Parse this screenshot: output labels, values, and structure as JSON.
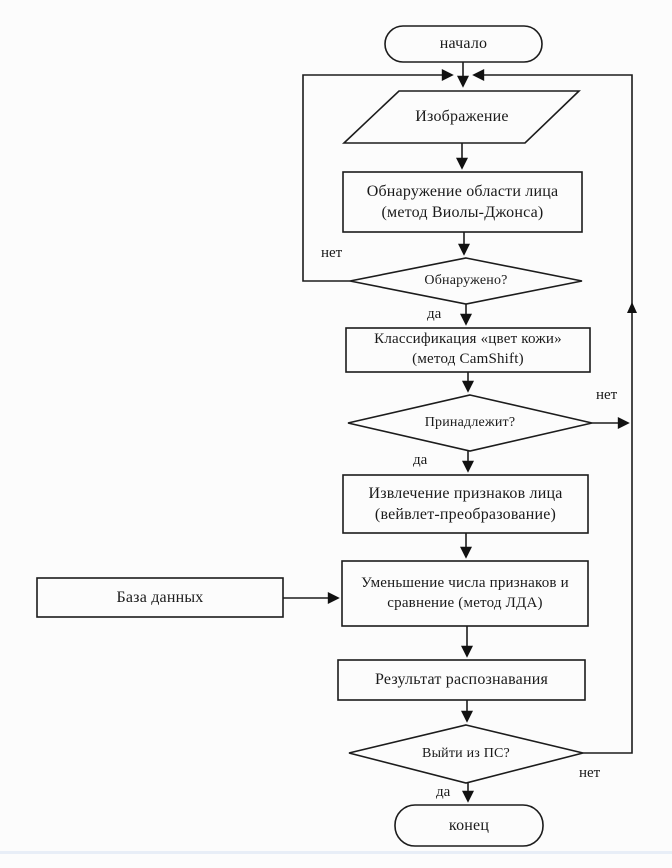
{
  "flowchart": {
    "nodes": {
      "start": "начало",
      "image_input": "Изображение",
      "face_detection": "Обнаружение области лица\n(метод Виолы-Джонса)",
      "detected_decision": "Обнаружено?",
      "skin_classification": "Классификация «цвет кожи»\n(метод CamShift)",
      "belongs_decision": "Принадлежит?",
      "feature_extraction": "Извлечение признаков лица\n(вейвлет-преобразование)",
      "reduction_comparison": "Уменьшение числа признаков и\nсравнение (метод ЛДА)",
      "database": "База данных",
      "recognition_result": "Результат распознавания",
      "exit_decision": "Выйти из ПС?",
      "end": "конец"
    },
    "edge_labels": {
      "detected_no": "нет",
      "detected_yes": "да",
      "belongs_no": "нет",
      "belongs_yes": "да",
      "exit_no": "нет",
      "exit_yes": "да"
    },
    "colors": {
      "stroke": "#1c1c1c",
      "text": "#1a1a1a",
      "background": "#fcfcfc",
      "bottom_divider": "#dbe4f4"
    }
  }
}
